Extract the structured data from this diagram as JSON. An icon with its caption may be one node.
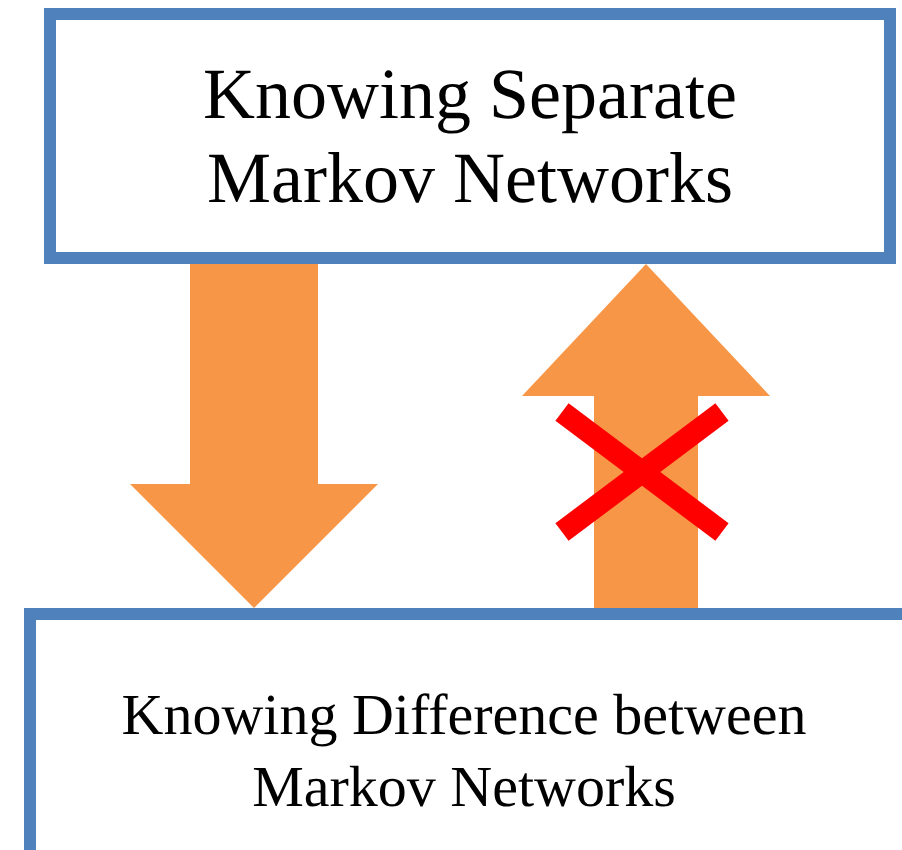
{
  "diagram": {
    "nodes": [
      {
        "text": [
          "Knowing Separate Markov Networks"
        ]
      },
      {
        "text": [
          "Knowing Difference between Markov Networks"
        ]
      }
    ],
    "edges": [
      {
        "from": 0,
        "to": 1,
        "arrow": "to"
      },
      {
        "from": 1,
        "to": 0,
        "arrow": "to"
      }
    ]
  }
}
